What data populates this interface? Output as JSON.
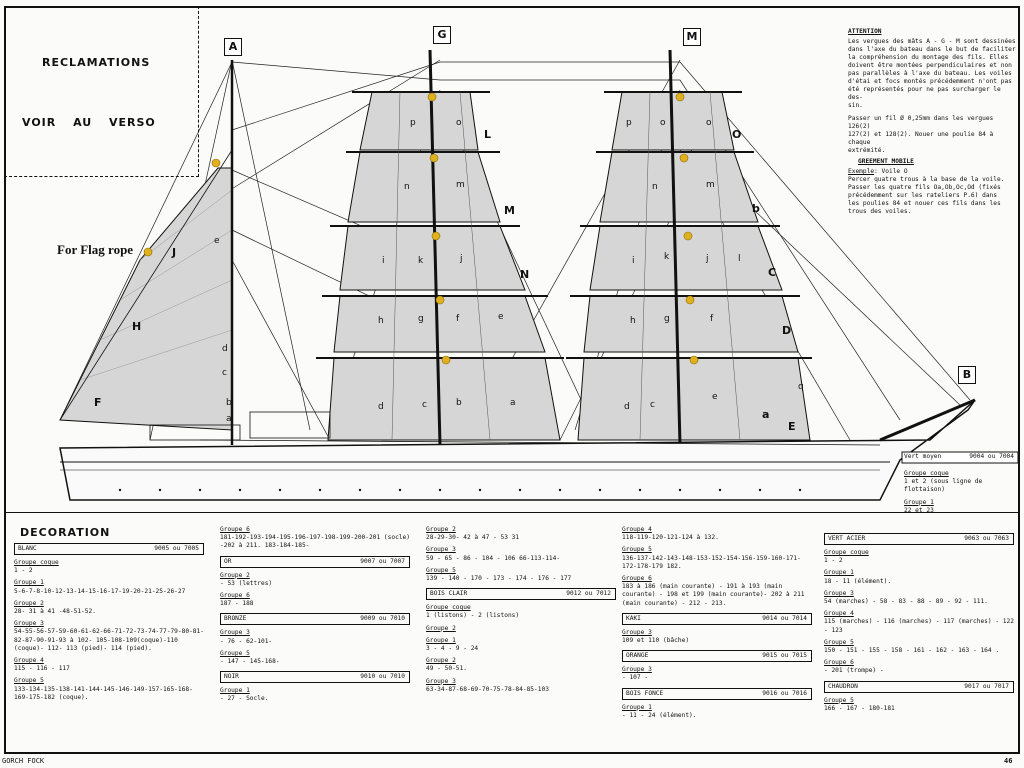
{
  "reclamations": {
    "line1": "RECLAMATIONS",
    "line2": "VOIR AU VERSO"
  },
  "masts": {
    "a": "A",
    "g": "G",
    "m": "M",
    "b": "B"
  },
  "flag_label": "For Flag rope",
  "attention": {
    "title": "ATTENTION",
    "lines": [
      "Les vergues des mâts A - G - M sont dessinées",
      "dans l'axe du bateau dans le but de faciliter",
      "la compréhension du montage des fils.  Elles",
      "doivent être montées perpendiculaires et non",
      "pas parallèles à l'axe du bateau. Les voiles",
      "d'étai et focs montés précédemment n'ont pas",
      "été représentés pour ne pas surcharger le des-",
      "sin.",
      "",
      "Passer un fil Ø 0,25mm dans les vergues 126(2)",
      "127(2) et 128(2). Nouer une poulie 84 à chaque",
      "extrémité."
    ],
    "subtitle": "GREEMENT MOBILE",
    "example_label": "Exemple",
    "example_value": ": Voile O",
    "lines2": [
      "Percer quatre trous à la base de la voile.",
      "Passer les quatre fils Oa,Ob,Oc,Od (fixés",
      "précédemment sur les rateliers P.6)  dans",
      "les poulies 84 et nouer ces fils dans les",
      "trous des voiles."
    ]
  },
  "sail_letters": [
    "p",
    "o",
    "L",
    "n",
    "m",
    "M",
    "k",
    "j",
    "i",
    "h",
    "g",
    "f",
    "e",
    "d",
    "c",
    "b",
    "a",
    "o",
    "O",
    "N",
    "C",
    "D",
    "E",
    "F",
    "H",
    "J",
    "e",
    "d",
    "c",
    "b",
    "a",
    "a",
    "b",
    "c",
    "d",
    "e",
    "f",
    "g",
    "h",
    "i",
    "j",
    "k",
    "l",
    "m",
    "n",
    "o",
    "p",
    "q"
  ],
  "hull_label": {
    "name": "Vert moyen",
    "code": "9004 ou 7004"
  },
  "hull_groups": [
    {
      "g": "Groupe coque",
      "v": "1 et 2 (sous ligne de flottaison)"
    },
    {
      "g": "Groupe 1",
      "v": "22 et 23"
    }
  ],
  "decoration": {
    "title": "DECORATION",
    "columns": [
      [
        {
          "type": "color",
          "name": "BLANC",
          "code": "9005 ou 7005"
        },
        {
          "type": "group",
          "g": "Groupe coque",
          "v": "1 - 2"
        },
        {
          "type": "group",
          "g": "Groupe 1",
          "v": "5-6-7-8-10-12-13-14-15-16-17-19-20-21-25-26-27"
        },
        {
          "type": "group",
          "g": "Groupe 2",
          "v": "28- 31 à 41 -48-51-52."
        },
        {
          "type": "group",
          "g": "Groupe 3",
          "v": "54-55-56-57-59-60-61-62-66-71-72-73-74-77-79-80-81-82-87-90-91-93 à 102- 105-108-109(coque)-110 (coque)- 112- 113 (pied)- 114 (pied)."
        },
        {
          "type": "group",
          "g": "Groupe 4",
          "v": "115 - 116 - 117"
        },
        {
          "type": "group",
          "g": "Groupe 5",
          "v": "133-134-135-138-141-144-145-146-149-157-165-168-169-175-182 (coque)."
        }
      ],
      [
        {
          "type": "group",
          "g": "Groupe 6",
          "v": "181-192-193-194-195-196-197-198-199-200-201 (socle) -202 à 211. 183-184-185-"
        },
        {
          "type": "color",
          "name": "OR",
          "code": "9007 ou 7007"
        },
        {
          "type": "group",
          "g": "Groupe 2",
          "v": "- 53 (lettres)"
        },
        {
          "type": "group",
          "g": "Groupe 6",
          "v": "187 - 188"
        },
        {
          "type": "color",
          "name": "BRONZE",
          "code": "9009 ou 7010"
        },
        {
          "type": "group",
          "g": "Groupe 3",
          "v": "- 76 - 62-101-"
        },
        {
          "type": "group",
          "g": "Groupe 5",
          "v": "- 147 - 145-168-"
        },
        {
          "type": "color",
          "name": "NOIR",
          "code": "9010 ou 7010"
        },
        {
          "type": "group",
          "g": "Groupe 1",
          "v": "- 27 -                          Socle."
        }
      ],
      [
        {
          "type": "group",
          "g": "Groupe 2",
          "v": "28-29-30- 42 à 47 - 53  31"
        },
        {
          "type": "group",
          "g": "Groupe 3",
          "v": "59 - 65 - 86 - 104 - 106   66-113-114-"
        },
        {
          "type": "group",
          "g": "Groupe 5",
          "v": "139 - 140 - 170 - 173 - 174 - 176 - 177"
        },
        {
          "type": "color",
          "name": "BOIS CLAIR",
          "code": "9012 ou 7012"
        },
        {
          "type": "group",
          "g": "Groupe coque",
          "v": "1 (listons) - 2 (listons)"
        },
        {
          "type": "group",
          "g": "Groupe 2",
          "v": ""
        },
        {
          "type": "group",
          "g": "Groupe 1",
          "v": "3 - 4 - 9 - 24"
        },
        {
          "type": "group",
          "g": "Groupe 2",
          "v": "49 - 50-51."
        },
        {
          "type": "group",
          "g": "Groupe 3",
          "v": "63-34-87-68-69-70-75-78-84-85-103"
        }
      ],
      [
        {
          "type": "group",
          "g": "Groupe 4",
          "v": "118-119-120-121-124  à  132."
        },
        {
          "type": "group",
          "g": "Groupe 5",
          "v": "136-137-142-143-148-153-152-154-156-159-160-171-172-178-179 182."
        },
        {
          "type": "group",
          "g": "Groupe 6",
          "v": "183 à 186 (main courante) - 191 à 193 (main courante) - 198 et 199 (main courante)- 202 à 211 (main courante) - 212 - 213."
        },
        {
          "type": "color",
          "name": "KAKI",
          "code": "9014 ou 7014"
        },
        {
          "type": "group",
          "g": "Groupe 3",
          "v": "109 et 110 (bâche)"
        },
        {
          "type": "color",
          "name": "ORANGE",
          "code": "9015 ou 7015"
        },
        {
          "type": "group",
          "g": "Groupe 3",
          "v": "- 107 -"
        },
        {
          "type": "color",
          "name": "BOIS FONCE",
          "code": "9016 ou 7016"
        },
        {
          "type": "group",
          "g": "Groupe 1",
          "v": "- 11 - 24 (élément)."
        }
      ],
      [
        {
          "type": "color",
          "name": "VERT ACIER",
          "code": "9063 ou 7063"
        },
        {
          "type": "group",
          "g": "Groupe coque",
          "v": "1 - 2"
        },
        {
          "type": "group",
          "g": "Groupe 1",
          "v": "18 - 11 (élément)."
        },
        {
          "type": "group",
          "g": "Groupe 3",
          "v": "54 (marches) - 58 - 83 - 88 - 89 - 92 - 111."
        },
        {
          "type": "group",
          "g": "Groupe 4",
          "v": "115 (marches) - 116 (marches) - 117 (marches) - 122 - 123"
        },
        {
          "type": "group",
          "g": "Groupe 5",
          "v": "150 - 151 - 155 - 158 - 161 - 162 - 163 - 164 ."
        },
        {
          "type": "group",
          "g": "Groupe 6",
          "v": "- 201 (trompe) -"
        },
        {
          "type": "color",
          "name": "CHAUDRON",
          "code": "9017 ou 7017"
        },
        {
          "type": "group",
          "g": "Groupe 5",
          "v": "166 - 167 - 180-181"
        }
      ]
    ]
  },
  "footer": {
    "left": "GORCH FOCK",
    "right": "46"
  },
  "colors": {
    "ink": "#111111",
    "sail": "#d6d6d6",
    "paper": "#fbfbf9",
    "flag": "#e0b020"
  }
}
